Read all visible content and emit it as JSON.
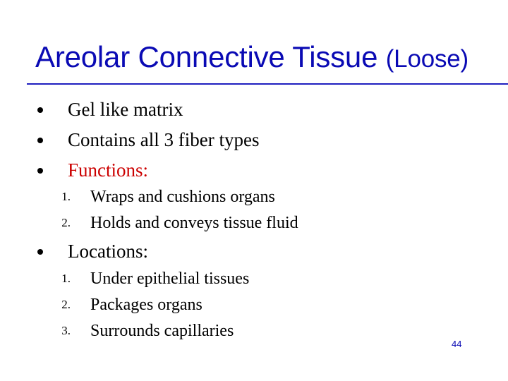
{
  "slide": {
    "title": "Areolar Connective Tissue ",
    "title_suffix": "(Loose)",
    "bullets": [
      {
        "text": "Gel like matrix"
      },
      {
        "text": "Contains all 3 fiber types"
      },
      {
        "text": "Functions:"
      }
    ],
    "functions": [
      {
        "num": "1.",
        "text": "Wraps and cushions organs"
      },
      {
        "num": "2.",
        "text": "Holds and conveys tissue fluid"
      }
    ],
    "locations_heading": "Locations:",
    "locations": [
      {
        "num": "1.",
        "text": "Under epithelial tissues"
      },
      {
        "num": "2.",
        "text": "Packages organs"
      },
      {
        "num": "3.",
        "text": "Surrounds capillaries"
      }
    ],
    "page_number": "44"
  },
  "colors": {
    "title": "#0a0ab4",
    "divider": "#1f1fbf",
    "body_text": "#000000",
    "highlight_text": "#cc0000"
  }
}
